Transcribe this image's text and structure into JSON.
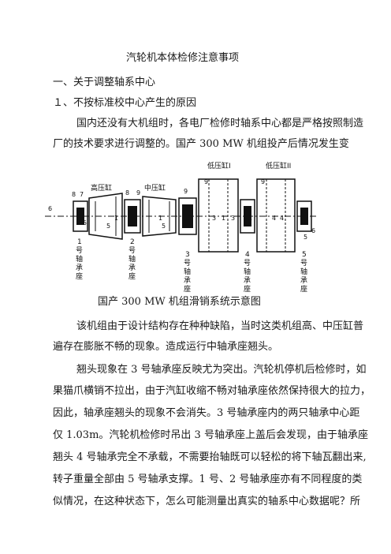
{
  "doc": {
    "title": "汽轮机本体检修注意事项",
    "h1": "一、关于调整轴系中心",
    "h2": "１、不按标准校中心产生的原因",
    "para1": [
      "国内还没有大机组时，各电厂检修时轴系中心都是严格按照制造",
      "厂的技术要求进行调整的。国产 300 MW 机组投产后情况发生变"
    ],
    "caption": "国产 300 MW 机组滑销系统示意图",
    "para2": [
      "该机组由于设计结构存在种种缺陷，当时这类机组高、中压缸普",
      "遍存在膨胀不畅的现象。造成运行中轴承座翘头。"
    ],
    "para3": [
      "翘头现象在 3 号轴承座反映尤为突出。汽轮机停机后检修时，如",
      "果猫爪横销不拉出，由于汽缸收缩不畅对轴承座依然保持很大的拉力，",
      "因此，轴承座翘头的现象不会消失。3 号轴承座内的两只轴承中心距",
      "仅 1.03m。汽轮机检修时吊出 3 号轴承座上盖后会发现，由于轴承座",
      "翘头 4 号轴承完全不承载，不需要抬轴既可以轻松的将下轴瓦翻出来,",
      "转子重量全部由 5 号轴承支撑。1 号、2 号轴承座亦有不同程度的类",
      "似情况，在这种状态下，怎么可能测量出真实的轴系中心数据呢？所"
    ]
  },
  "diagram": {
    "cylinders": [
      "高压缸",
      "中压缸",
      "低压缸I",
      "低压缸II"
    ],
    "numbers": [
      "6",
      "8",
      "7",
      "1",
      "5",
      "5",
      "8",
      "9",
      "1",
      "5",
      "9",
      "2",
      "3",
      "9",
      "1",
      "3",
      "4",
      "9",
      "1",
      "4",
      "5",
      "6"
    ],
    "bearings": [
      [
        "1",
        "号",
        "轴",
        "承",
        "座"
      ],
      [
        "2",
        "号",
        "轴",
        "承",
        "座"
      ],
      [
        "3",
        "号",
        "轴",
        "承",
        "座"
      ],
      [
        "4",
        "号",
        "轴",
        "承",
        "座"
      ],
      [
        "5",
        "号",
        "轴",
        "承",
        "座"
      ]
    ]
  }
}
